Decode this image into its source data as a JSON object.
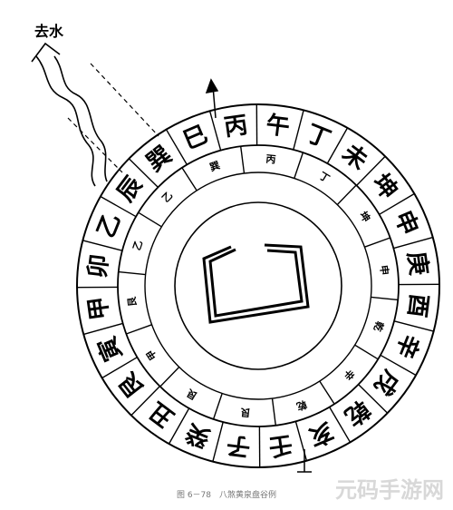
{
  "flow_label": "去水",
  "outer_ring": [
    "丙",
    "午",
    "丁",
    "未",
    "坤",
    "申",
    "庚",
    "酉",
    "辛",
    "戌",
    "乾",
    "亥",
    "壬",
    "子",
    "癸",
    "丑",
    "艮",
    "寅",
    "甲",
    "卯",
    "乙",
    "辰",
    "巽",
    "巳"
  ],
  "inner_ring": [
    "巽",
    "丙",
    "丁",
    "坤",
    "申",
    "乾",
    "辛",
    "乾",
    "艮",
    "艮",
    "甲",
    "艮",
    "乙",
    "乙"
  ],
  "caption": "图 6－78　八煞黄泉盘谷例",
  "watermark": "元码手游网"
}
